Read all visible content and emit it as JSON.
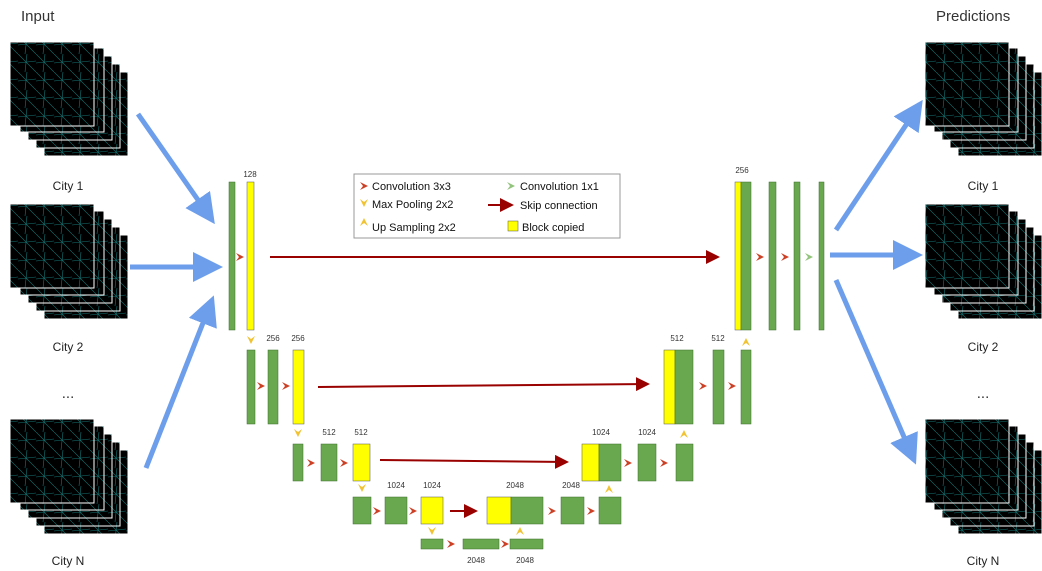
{
  "header": {
    "input_label": "Input",
    "predictions_label": "Predictions"
  },
  "inputs": [
    {
      "label": "City 1"
    },
    {
      "label": "City 2"
    },
    {
      "label": "..."
    },
    {
      "label": "City N"
    }
  ],
  "outputs": [
    {
      "label": "City 1"
    },
    {
      "label": "City 2"
    },
    {
      "label": "..."
    },
    {
      "label": "City N"
    }
  ],
  "legend": {
    "conv3x3": "Convolution 3x3",
    "conv1x1": "Convolution 1x1",
    "maxpool": "Max Pooling 2x2",
    "skip": "Skip connection",
    "upsample": "Up Sampling 2x2",
    "copied": "Block copied"
  },
  "channels": {
    "enc1": "128",
    "enc2a": "256",
    "enc2b": "256",
    "enc3a": "512",
    "enc3b": "512",
    "enc4a": "1024",
    "enc4b": "1024",
    "bottom_a": "2048",
    "bottom_b": "2048",
    "dec4a": "2048",
    "dec4b": "2048",
    "dec3a": "1024",
    "dec3b": "1024",
    "dec2a": "512",
    "dec2b": "512",
    "dec1": "256"
  },
  "colors": {
    "block_green": "#6aa84f",
    "block_yellow": "#ffff00",
    "conv_arrow": "#cc4125",
    "pool_arrow": "#f1c232",
    "conv1x1_arrow": "#93c47d",
    "skip_arrow": "#990000",
    "flow_arrow": "#6d9eeb",
    "map_line": "#2ec4c4"
  }
}
